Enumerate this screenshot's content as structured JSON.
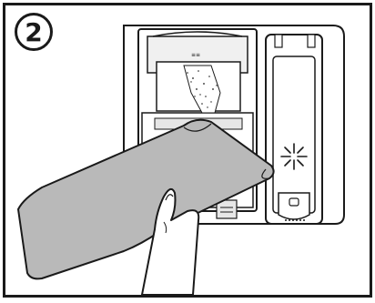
{
  "step": {
    "number": "2"
  },
  "colors": {
    "outline": "#1a1a1a",
    "bag_fill": "#b9b9b9",
    "panel_fill": "#ffffff",
    "dispenser_shade": "#e6e6e6"
  },
  "icons": {
    "step_marker": "circled-number",
    "indicator": "sparkle-icon",
    "container": "detergent-dispenser",
    "bag": "salt-bag",
    "hand": "hand-icon"
  }
}
